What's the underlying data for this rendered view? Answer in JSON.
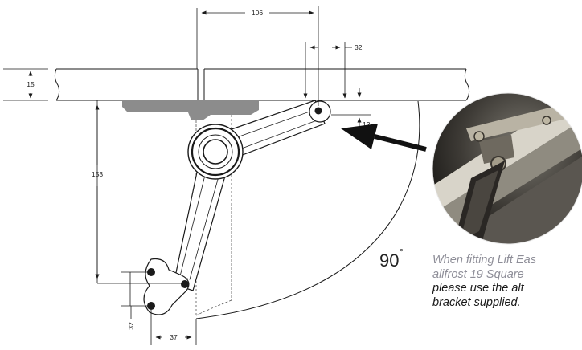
{
  "dimensions": {
    "hinge_offset": "106",
    "pivot_spacing_top": "32",
    "panel_thickness": "15",
    "pivot_drop": "12",
    "height_to_bracket": "153",
    "bracket_hole_spacing": "32",
    "bracket_offset": "37"
  },
  "angle": {
    "value": "90",
    "unit": "°"
  },
  "note": {
    "line_grey_1": "When fitting Lift Eas",
    "line_grey_2": "alifrost 19 Square",
    "line_black_1": "please use the alt",
    "line_black_2": "bracket supplied."
  },
  "colors": {
    "line": "#1a1a1a",
    "shade": "#8c8c8c",
    "note_grey": "#8e8e98",
    "note_black": "#1a1a1a"
  }
}
